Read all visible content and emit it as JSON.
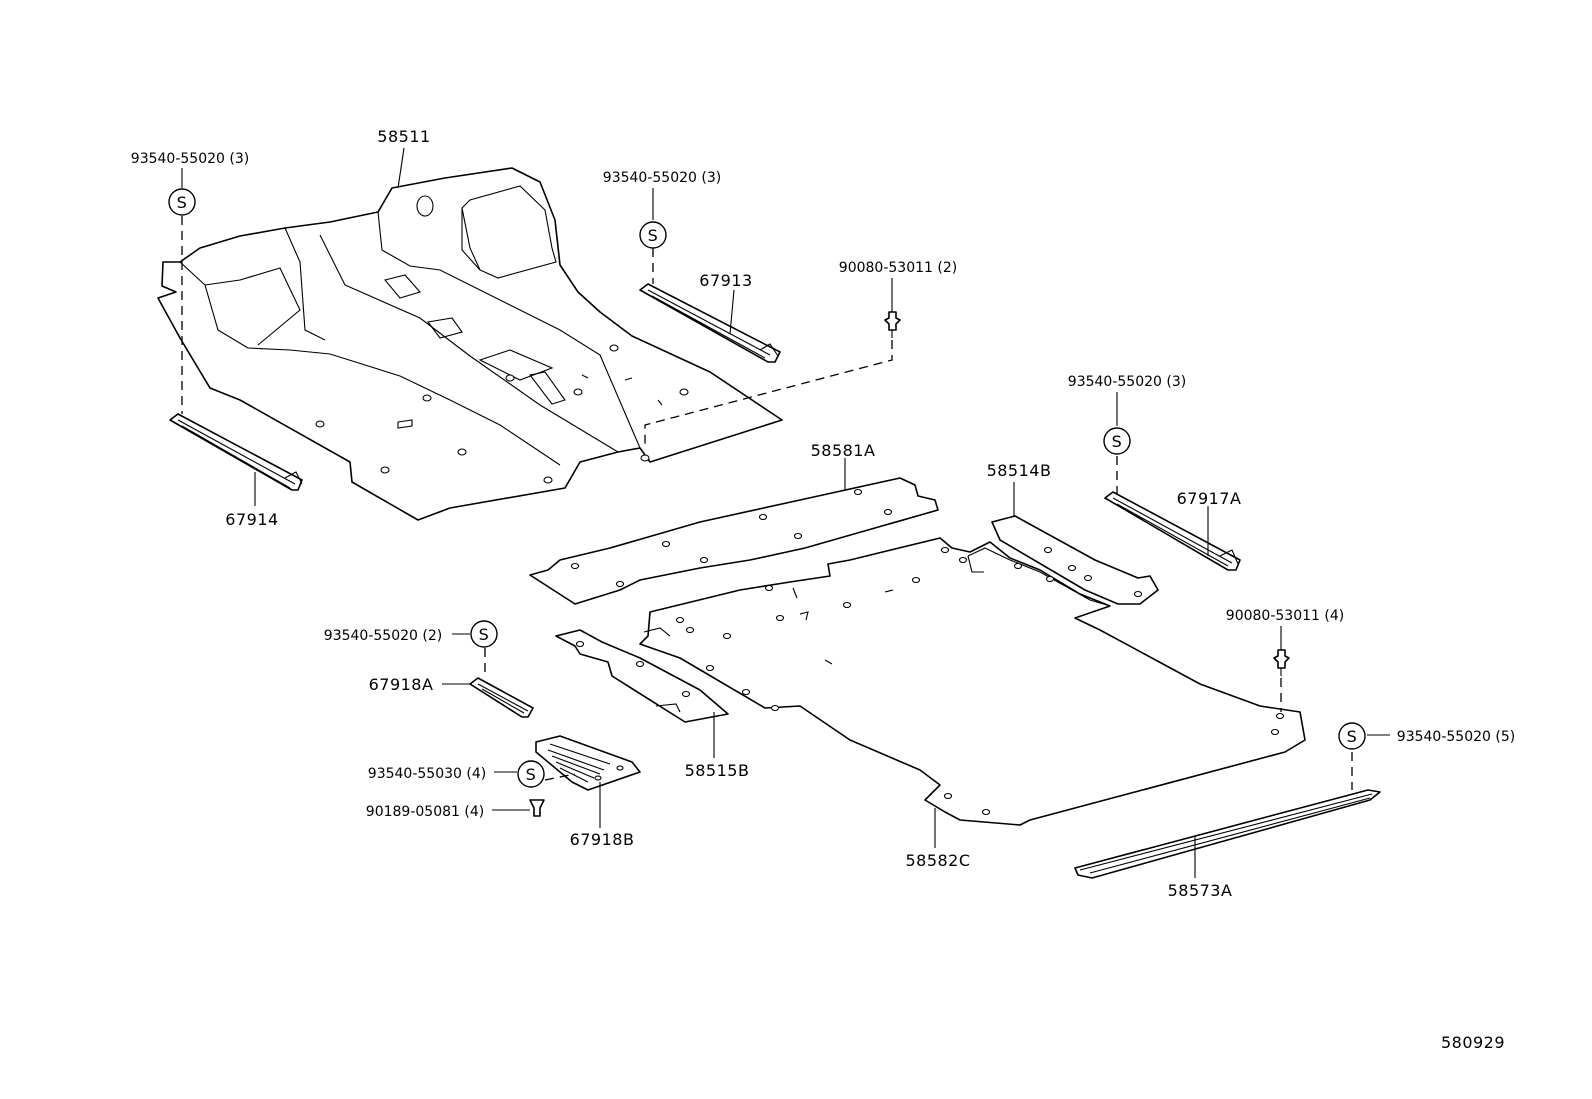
{
  "diagram": {
    "ref_id": "580929",
    "parts": {
      "p58511": "58511",
      "p67913": "67913",
      "p67914": "67914",
      "p58581A": "58581A",
      "p58514B": "58514B",
      "p67917A": "67917A",
      "p67918A": "67918A",
      "p58515B": "58515B",
      "p67918B": "67918B",
      "p58582C": "58582C",
      "p58573A": "58573A"
    },
    "fasteners": {
      "screw_a": "93540-55020 (3)",
      "screw_b": "93540-55020 (3)",
      "clip_a": "90080-53011 (2)",
      "screw_c": "93540-55020 (3)",
      "clip_b": "90080-53011 (4)",
      "screw_d": "93540-55020 (2)",
      "screw_e": "93540-55020 (5)",
      "screw_f": "93540-55030 (4)",
      "clip_c": "90189-05081 (4)"
    },
    "screw_symbol": "S"
  }
}
